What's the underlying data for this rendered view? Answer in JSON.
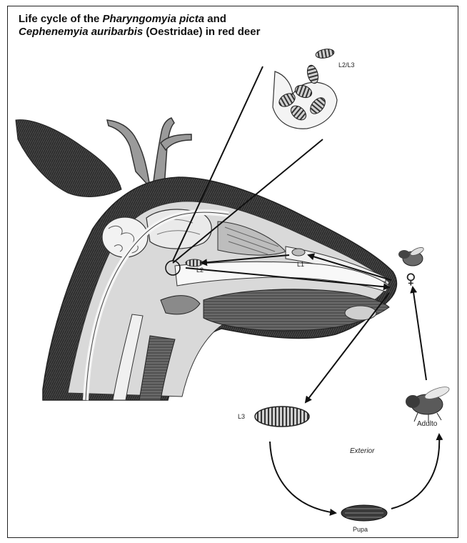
{
  "title": {
    "line1_prefix": "Life cycle of the ",
    "species1": "Pharyngomyia picta",
    "line1_suffix": " and",
    "species2": "Cephenemyia auribarbis",
    "line2_suffix": " (Oestridae) in red deer"
  },
  "labels": {
    "l2_l3": "L2/L3",
    "l1": "L1",
    "l2": "L2",
    "female_symbol": "♀",
    "l3": "L3",
    "exterior": "Exterior",
    "adult": "Adulto",
    "pupa": "Pupa"
  },
  "colors": {
    "ink": "#111111",
    "fur_dark": "#2f2f2f",
    "tissue_light": "#d9d9d9",
    "bone": "#eeeeee"
  }
}
